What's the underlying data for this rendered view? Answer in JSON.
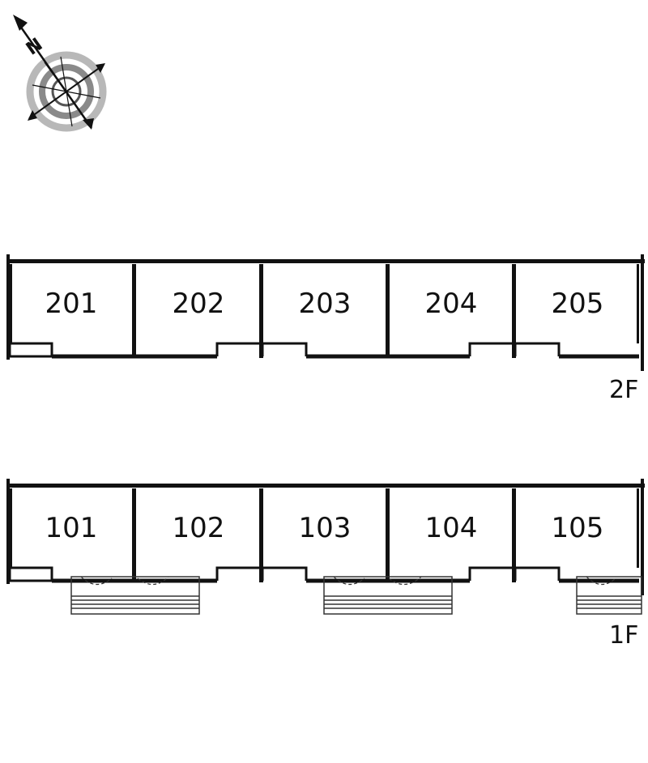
{
  "compass": {
    "north_label": "N",
    "icon": "compass-icon"
  },
  "colors": {
    "wall": "#111111",
    "background": "#ffffff",
    "compass_ring": "#9a9a9a"
  },
  "floors": [
    {
      "label": "2F",
      "units": [
        "201",
        "202",
        "203",
        "204",
        "205"
      ]
    },
    {
      "label": "1F",
      "units": [
        "101",
        "102",
        "103",
        "104",
        "105"
      ]
    }
  ]
}
